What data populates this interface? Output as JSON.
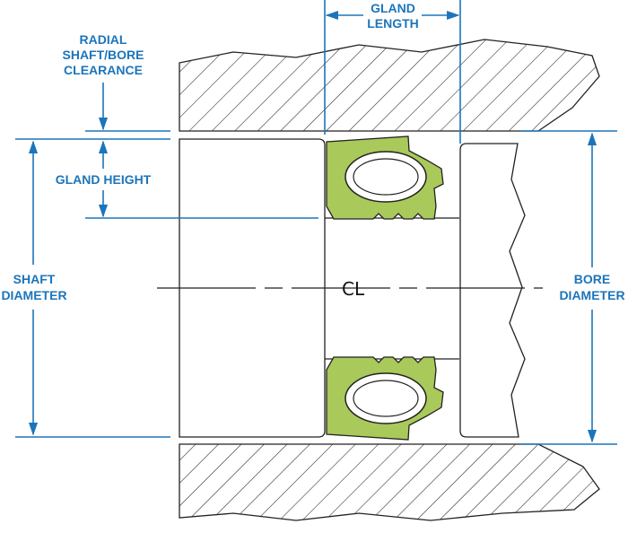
{
  "labels": {
    "radial_clearance": [
      "RADIAL",
      "SHAFT/BORE",
      "CLEARANCE"
    ],
    "gland_length": [
      "GLAND",
      "LENGTH"
    ],
    "gland_height": "GLAND HEIGHT",
    "shaft_diameter": [
      "SHAFT",
      "DIAMETER"
    ],
    "bore_diameter": [
      "BORE",
      "DIAMETER"
    ],
    "centerline": "CL"
  },
  "colors": {
    "dimension": "#1b75bb",
    "seal_fill": "#a9c95a",
    "outline": "#222222",
    "background": "#ffffff"
  },
  "icons": {
    "centerline_symbol": "centerline-icon",
    "seal_cross_section": "spring-energized-seal"
  }
}
